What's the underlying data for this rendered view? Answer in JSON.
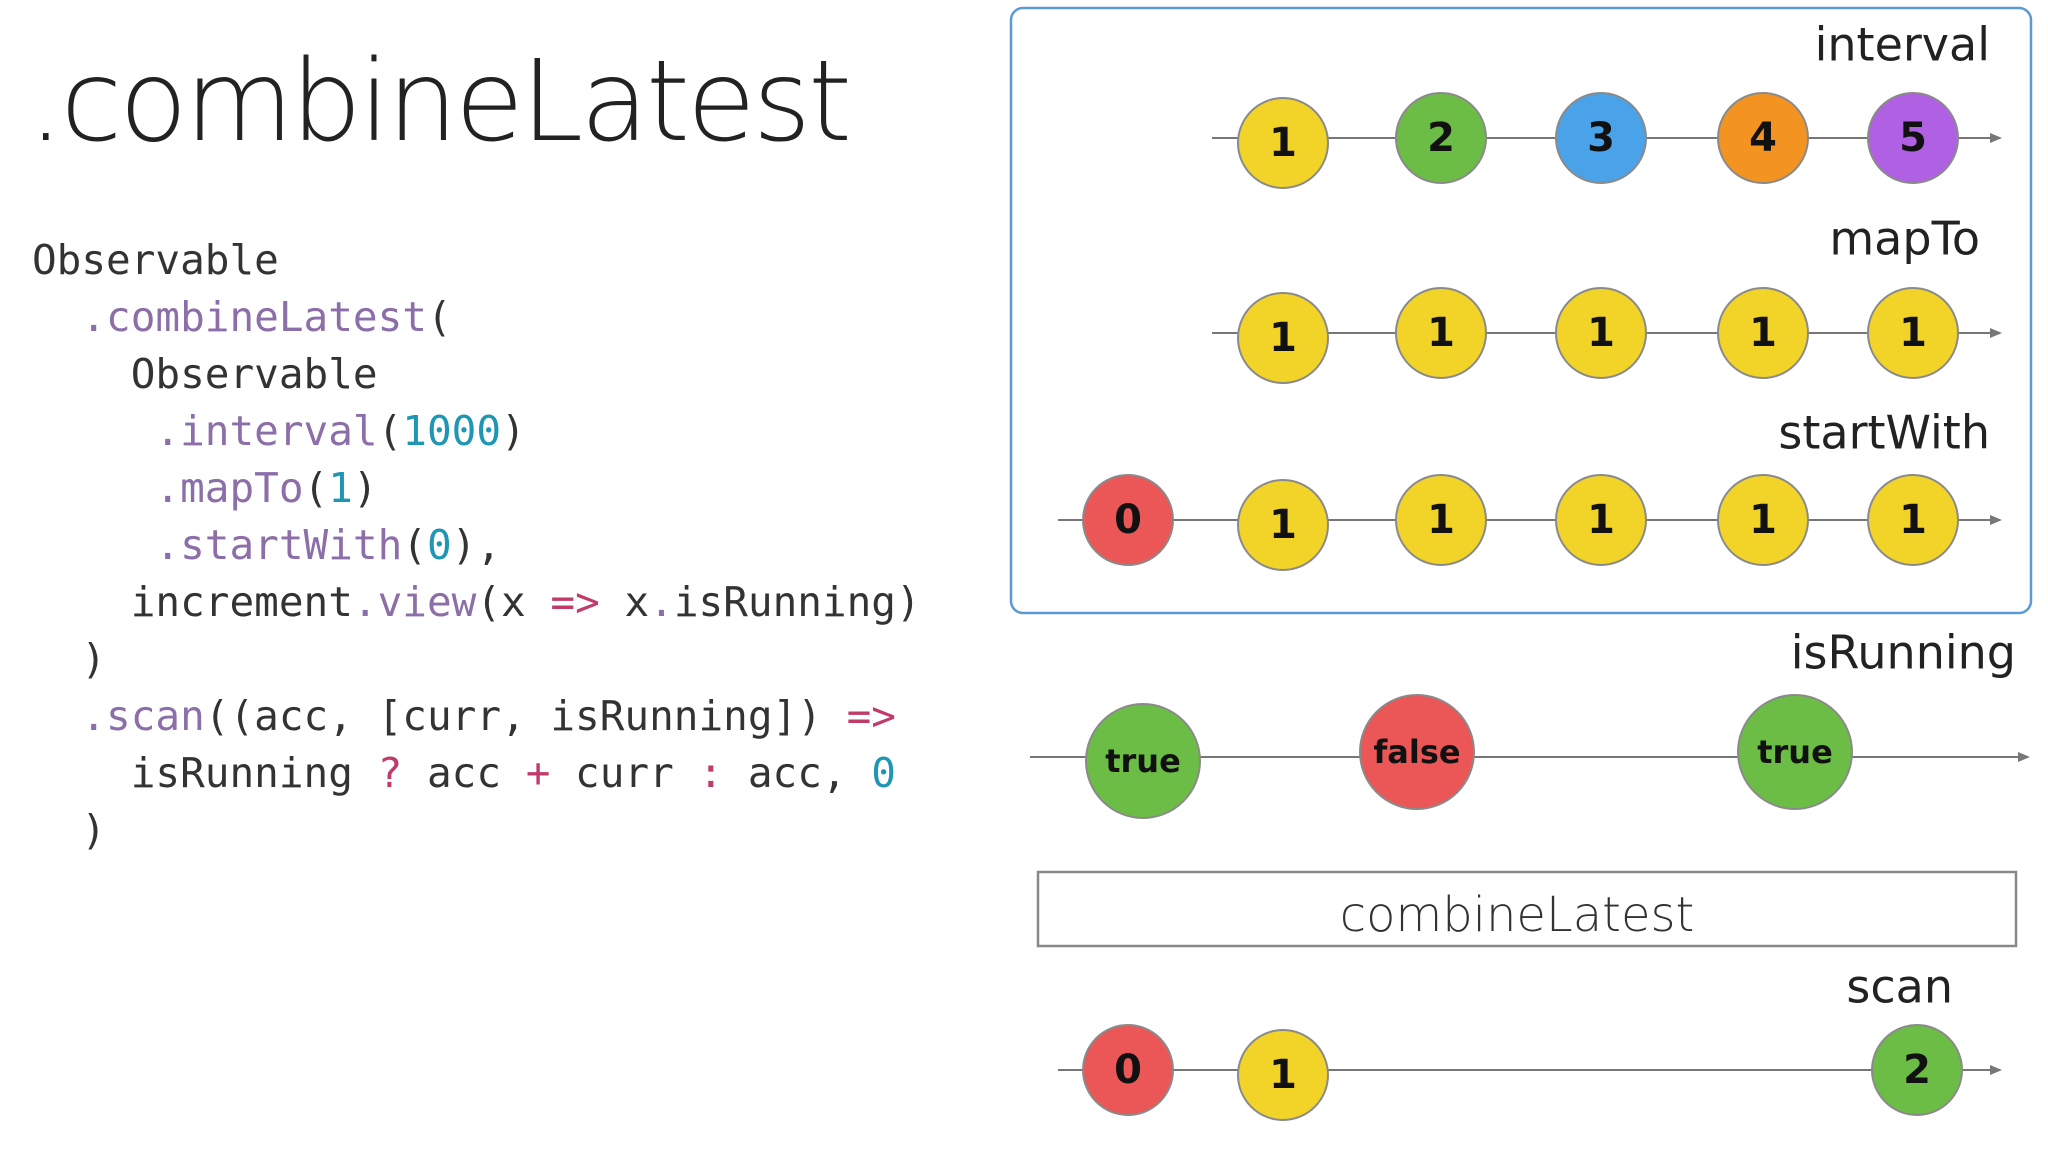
{
  "slide": {
    "title": ".combineLatest",
    "code_lines": [
      [
        {
          "t": "Observable",
          "c": "plain"
        }
      ],
      [
        {
          "t": "  ",
          "c": "plain"
        },
        {
          "t": ".combineLatest",
          "c": "method"
        },
        {
          "t": "(",
          "c": "plain"
        }
      ],
      [
        {
          "t": "    Observable",
          "c": "plain"
        }
      ],
      [
        {
          "t": "     ",
          "c": "plain"
        },
        {
          "t": ".interval",
          "c": "method"
        },
        {
          "t": "(",
          "c": "plain"
        },
        {
          "t": "1000",
          "c": "num"
        },
        {
          "t": ")",
          "c": "plain"
        }
      ],
      [
        {
          "t": "     ",
          "c": "plain"
        },
        {
          "t": ".mapTo",
          "c": "method"
        },
        {
          "t": "(",
          "c": "plain"
        },
        {
          "t": "1",
          "c": "num"
        },
        {
          "t": ")",
          "c": "plain"
        }
      ],
      [
        {
          "t": "     ",
          "c": "plain"
        },
        {
          "t": ".startWith",
          "c": "method"
        },
        {
          "t": "(",
          "c": "plain"
        },
        {
          "t": "0",
          "c": "num"
        },
        {
          "t": "),",
          "c": "plain"
        }
      ],
      [
        {
          "t": "    increment",
          "c": "plain"
        },
        {
          "t": ".view",
          "c": "method"
        },
        {
          "t": "(x ",
          "c": "plain"
        },
        {
          "t": "=>",
          "c": "op"
        },
        {
          "t": " x",
          "c": "plain"
        },
        {
          "t": ".",
          "c": "method"
        },
        {
          "t": "isRunning)",
          "c": "plain"
        }
      ],
      [
        {
          "t": "  )",
          "c": "plain"
        }
      ],
      [
        {
          "t": "  ",
          "c": "plain"
        },
        {
          "t": ".scan",
          "c": "method"
        },
        {
          "t": "((acc, [curr, isRunning]) ",
          "c": "plain"
        },
        {
          "t": "=>",
          "c": "op"
        }
      ],
      [
        {
          "t": "    isRunning ",
          "c": "plain"
        },
        {
          "t": "?",
          "c": "op"
        },
        {
          "t": " acc ",
          "c": "plain"
        },
        {
          "t": "+",
          "c": "op"
        },
        {
          "t": " curr ",
          "c": "plain"
        },
        {
          "t": ":",
          "c": "op"
        },
        {
          "t": " acc, ",
          "c": "plain"
        },
        {
          "t": "0",
          "c": "num"
        }
      ],
      [
        {
          "t": "  )",
          "c": "plain"
        }
      ]
    ]
  },
  "colors": {
    "yellow": "#f2d327",
    "green": "#6cbd45",
    "blue": "#4aa3e8",
    "orange": "#f29322",
    "purple": "#b061e3",
    "red": "#eb5757",
    "group_border": "#5b9bd5",
    "line": "#777777"
  },
  "streams": [
    {
      "label": "interval",
      "marbles": [
        {
          "value": "1",
          "color": "yellow"
        },
        {
          "value": "2",
          "color": "green"
        },
        {
          "value": "3",
          "color": "blue"
        },
        {
          "value": "4",
          "color": "orange"
        },
        {
          "value": "5",
          "color": "purple"
        }
      ]
    },
    {
      "label": "mapTo",
      "marbles": [
        {
          "value": "1",
          "color": "yellow"
        },
        {
          "value": "1",
          "color": "yellow"
        },
        {
          "value": "1",
          "color": "yellow"
        },
        {
          "value": "1",
          "color": "yellow"
        },
        {
          "value": "1",
          "color": "yellow"
        }
      ]
    },
    {
      "label": "startWith",
      "marbles": [
        {
          "value": "0",
          "color": "red"
        },
        {
          "value": "1",
          "color": "yellow"
        },
        {
          "value": "1",
          "color": "yellow"
        },
        {
          "value": "1",
          "color": "yellow"
        },
        {
          "value": "1",
          "color": "yellow"
        },
        {
          "value": "1",
          "color": "yellow"
        }
      ]
    },
    {
      "label": "isRunning",
      "marbles": [
        {
          "value": "true",
          "color": "green"
        },
        {
          "value": "false",
          "color": "red"
        },
        {
          "value": "true",
          "color": "green"
        }
      ]
    },
    {
      "label": "scan",
      "marbles": [
        {
          "value": "0",
          "color": "red"
        },
        {
          "value": "1",
          "color": "yellow"
        },
        {
          "value": "2",
          "color": "green"
        }
      ]
    }
  ],
  "operator": {
    "label": "combineLatest"
  }
}
